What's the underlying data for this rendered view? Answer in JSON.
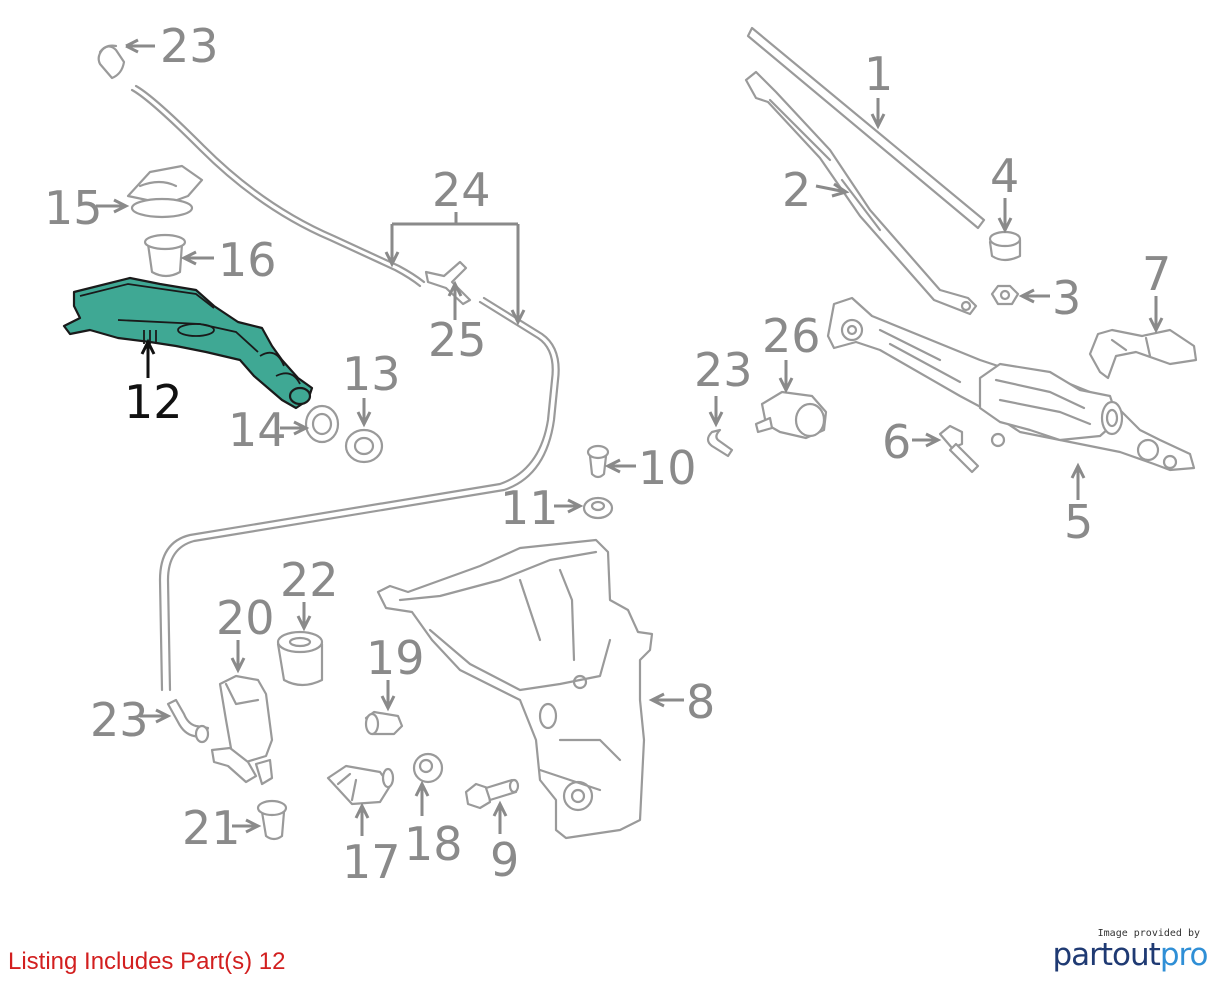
{
  "diagram": {
    "callouts": [
      {
        "id": "23a",
        "label": "23"
      },
      {
        "id": "15",
        "label": "15"
      },
      {
        "id": "16",
        "label": "16"
      },
      {
        "id": "12",
        "label": "12",
        "highlighted": true
      },
      {
        "id": "14",
        "label": "14"
      },
      {
        "id": "13",
        "label": "13"
      },
      {
        "id": "24",
        "label": "24"
      },
      {
        "id": "25",
        "label": "25"
      },
      {
        "id": "1",
        "label": "1"
      },
      {
        "id": "2",
        "label": "2"
      },
      {
        "id": "4",
        "label": "4"
      },
      {
        "id": "3",
        "label": "3"
      },
      {
        "id": "7",
        "label": "7"
      },
      {
        "id": "26",
        "label": "26"
      },
      {
        "id": "23b",
        "label": "23"
      },
      {
        "id": "6",
        "label": "6"
      },
      {
        "id": "5",
        "label": "5"
      },
      {
        "id": "10",
        "label": "10"
      },
      {
        "id": "11",
        "label": "11"
      },
      {
        "id": "22",
        "label": "22"
      },
      {
        "id": "20",
        "label": "20"
      },
      {
        "id": "19",
        "label": "19"
      },
      {
        "id": "8",
        "label": "8"
      },
      {
        "id": "23c",
        "label": "23"
      },
      {
        "id": "21",
        "label": "21"
      },
      {
        "id": "17",
        "label": "17"
      },
      {
        "id": "18",
        "label": "18"
      },
      {
        "id": "9",
        "label": "9"
      }
    ],
    "highlight_color": "#3fa894"
  },
  "listing_note": "Listing Includes Part(s)  12",
  "credit": {
    "small_text": "Image provided by",
    "brand_part1": "partout",
    "brand_part2": "pro"
  }
}
